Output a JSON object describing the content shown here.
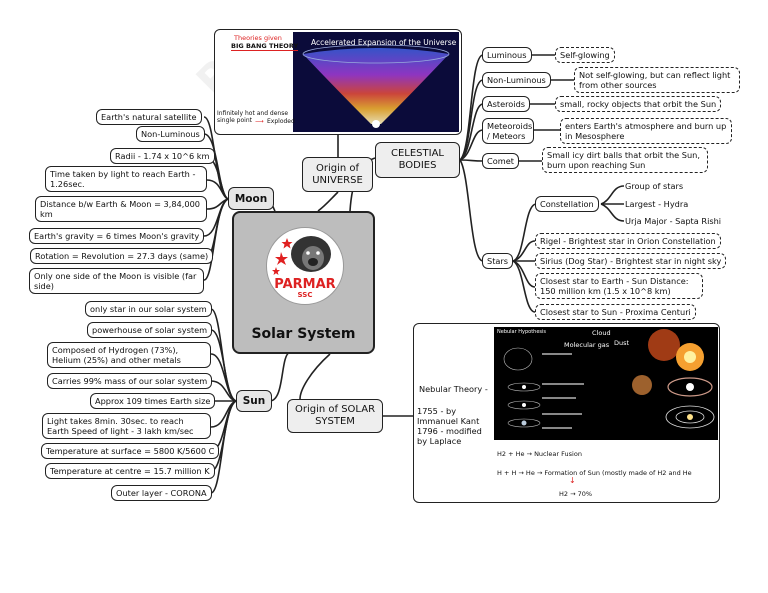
{
  "center": {
    "brand": "PARMAR",
    "brand_sub": "SSC",
    "title": "Solar System"
  },
  "moon": {
    "label": "Moon",
    "facts": [
      "Earth's natural satellite",
      "Non-Luminous",
      "Radii - 1.74 x 10^6 km",
      "Time taken by light to reach Earth - 1.26sec.",
      "Distance b/w Earth & Moon = 3,84,000 km",
      "Earth's gravity = 6 times Moon's gravity",
      "Rotation = Revolution = 27.3 days (same)",
      "Only one side of the Moon is visible (far side)"
    ]
  },
  "sun": {
    "label": "Sun",
    "facts": [
      "only star in our solar system",
      "powerhouse of solar system",
      "Composed of Hydrogen (73%), Helium (25%) and other metals",
      "Carries 99% mass of our solar system",
      "Approx 109 times Earth size",
      "Light takes 8min. 30sec. to reach Earth Speed of light - 3 lakh km/sec",
      "Temperature at surface = 5800 K/5600 C",
      "Temperature at centre = 15.7 million K",
      "Outer layer - CORONA"
    ]
  },
  "origin_universe": {
    "label": "Origin of UNIVERSE",
    "theories_given": "Theories given",
    "big_bang": "BIG BANG THEORY",
    "image_title": "Accelerated Expansion of the Universe",
    "infinity_note": "Infinitely hot and dense single point",
    "exploded": "Exploded"
  },
  "celestial": {
    "label": "CELESTIAL BODIES",
    "items": [
      {
        "name": "Luminous",
        "desc": "Self-glowing"
      },
      {
        "name": "Non-Luminous",
        "desc": "Not self-glowing, but can reflect light from other sources"
      },
      {
        "name": "Asteroids",
        "desc": "small, rocky objects that orbit the Sun"
      },
      {
        "name": "Meteoroids / Meteors",
        "desc": "enters Earth's atmosphere and burn up in Mesosphere"
      },
      {
        "name": "Comet",
        "desc": "Small icy dirt balls that orbit the Sun, burn upon reaching Sun"
      }
    ],
    "stars": {
      "label": "Stars",
      "constellation": {
        "label": "Constellation",
        "items": [
          "Group of stars",
          "Largest - Hydra",
          "Urja Major - Sapta Rishi"
        ]
      },
      "facts": [
        "Rigel - Brightest star in Orion Constellation",
        "Sirius (Dog Star) - Brightest star in night sky",
        "Closest star to Earth - Sun Distance: 150 million km (1.5 x 10^8 km)",
        "Closest star to Sun - Proxima Centuri"
      ]
    }
  },
  "origin_solar": {
    "label": "Origin of SOLAR SYSTEM",
    "theory": "Nebular Theory -",
    "dates": "1755 - by Immanuel Kant 1796 - modified by Laplace",
    "nebular_hypothesis": "Nebular Hypothesis",
    "cloud": "Cloud",
    "molecular_gas": "Molecular gas",
    "dust": "Dust",
    "fusion": "H2 + He → Nuclear Fusion",
    "formation": "H + H → He → Formation of Sun (mostly made of H2 and He",
    "h2_percent": "H2 → 70%"
  },
  "colors": {
    "node_fill": "#e6e6e6",
    "center_fill": "#bdbdbd",
    "brand_red": "#dd2222",
    "ink": "#222222"
  }
}
